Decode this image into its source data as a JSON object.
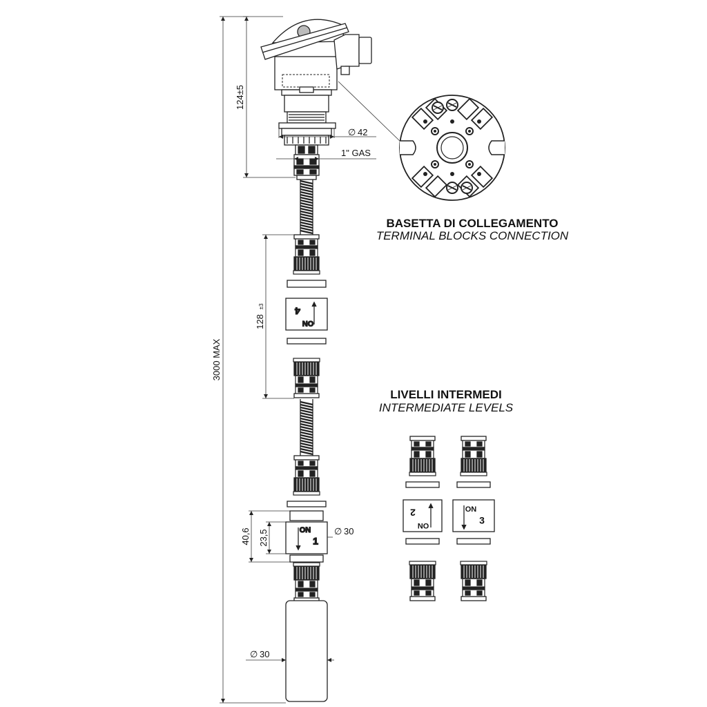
{
  "dimensions": {
    "head_height": "124±5",
    "head_diameter": "42",
    "thread": "1\" GAS",
    "total_length": "3000 MAX",
    "float_pitch": "128",
    "float_pitch_tol": "±3",
    "switch_total": "40,6",
    "switch_body": "23,5",
    "switch_diameter": "30",
    "float_diameter": "30",
    "diameter_symbol": "∅"
  },
  "switch_labels": {
    "on": "ON",
    "level_1": "1",
    "level_2": "2",
    "level_3": "3",
    "level_4": "4"
  },
  "terminal_section": {
    "title": "BASETTA DI COLLEGAMENTO",
    "subtitle": "TERMINAL BLOCKS CONNECTION"
  },
  "intermediate_section": {
    "title": "LIVELLI INTERMEDI",
    "subtitle": "INTERMEDIATE LEVELS"
  }
}
